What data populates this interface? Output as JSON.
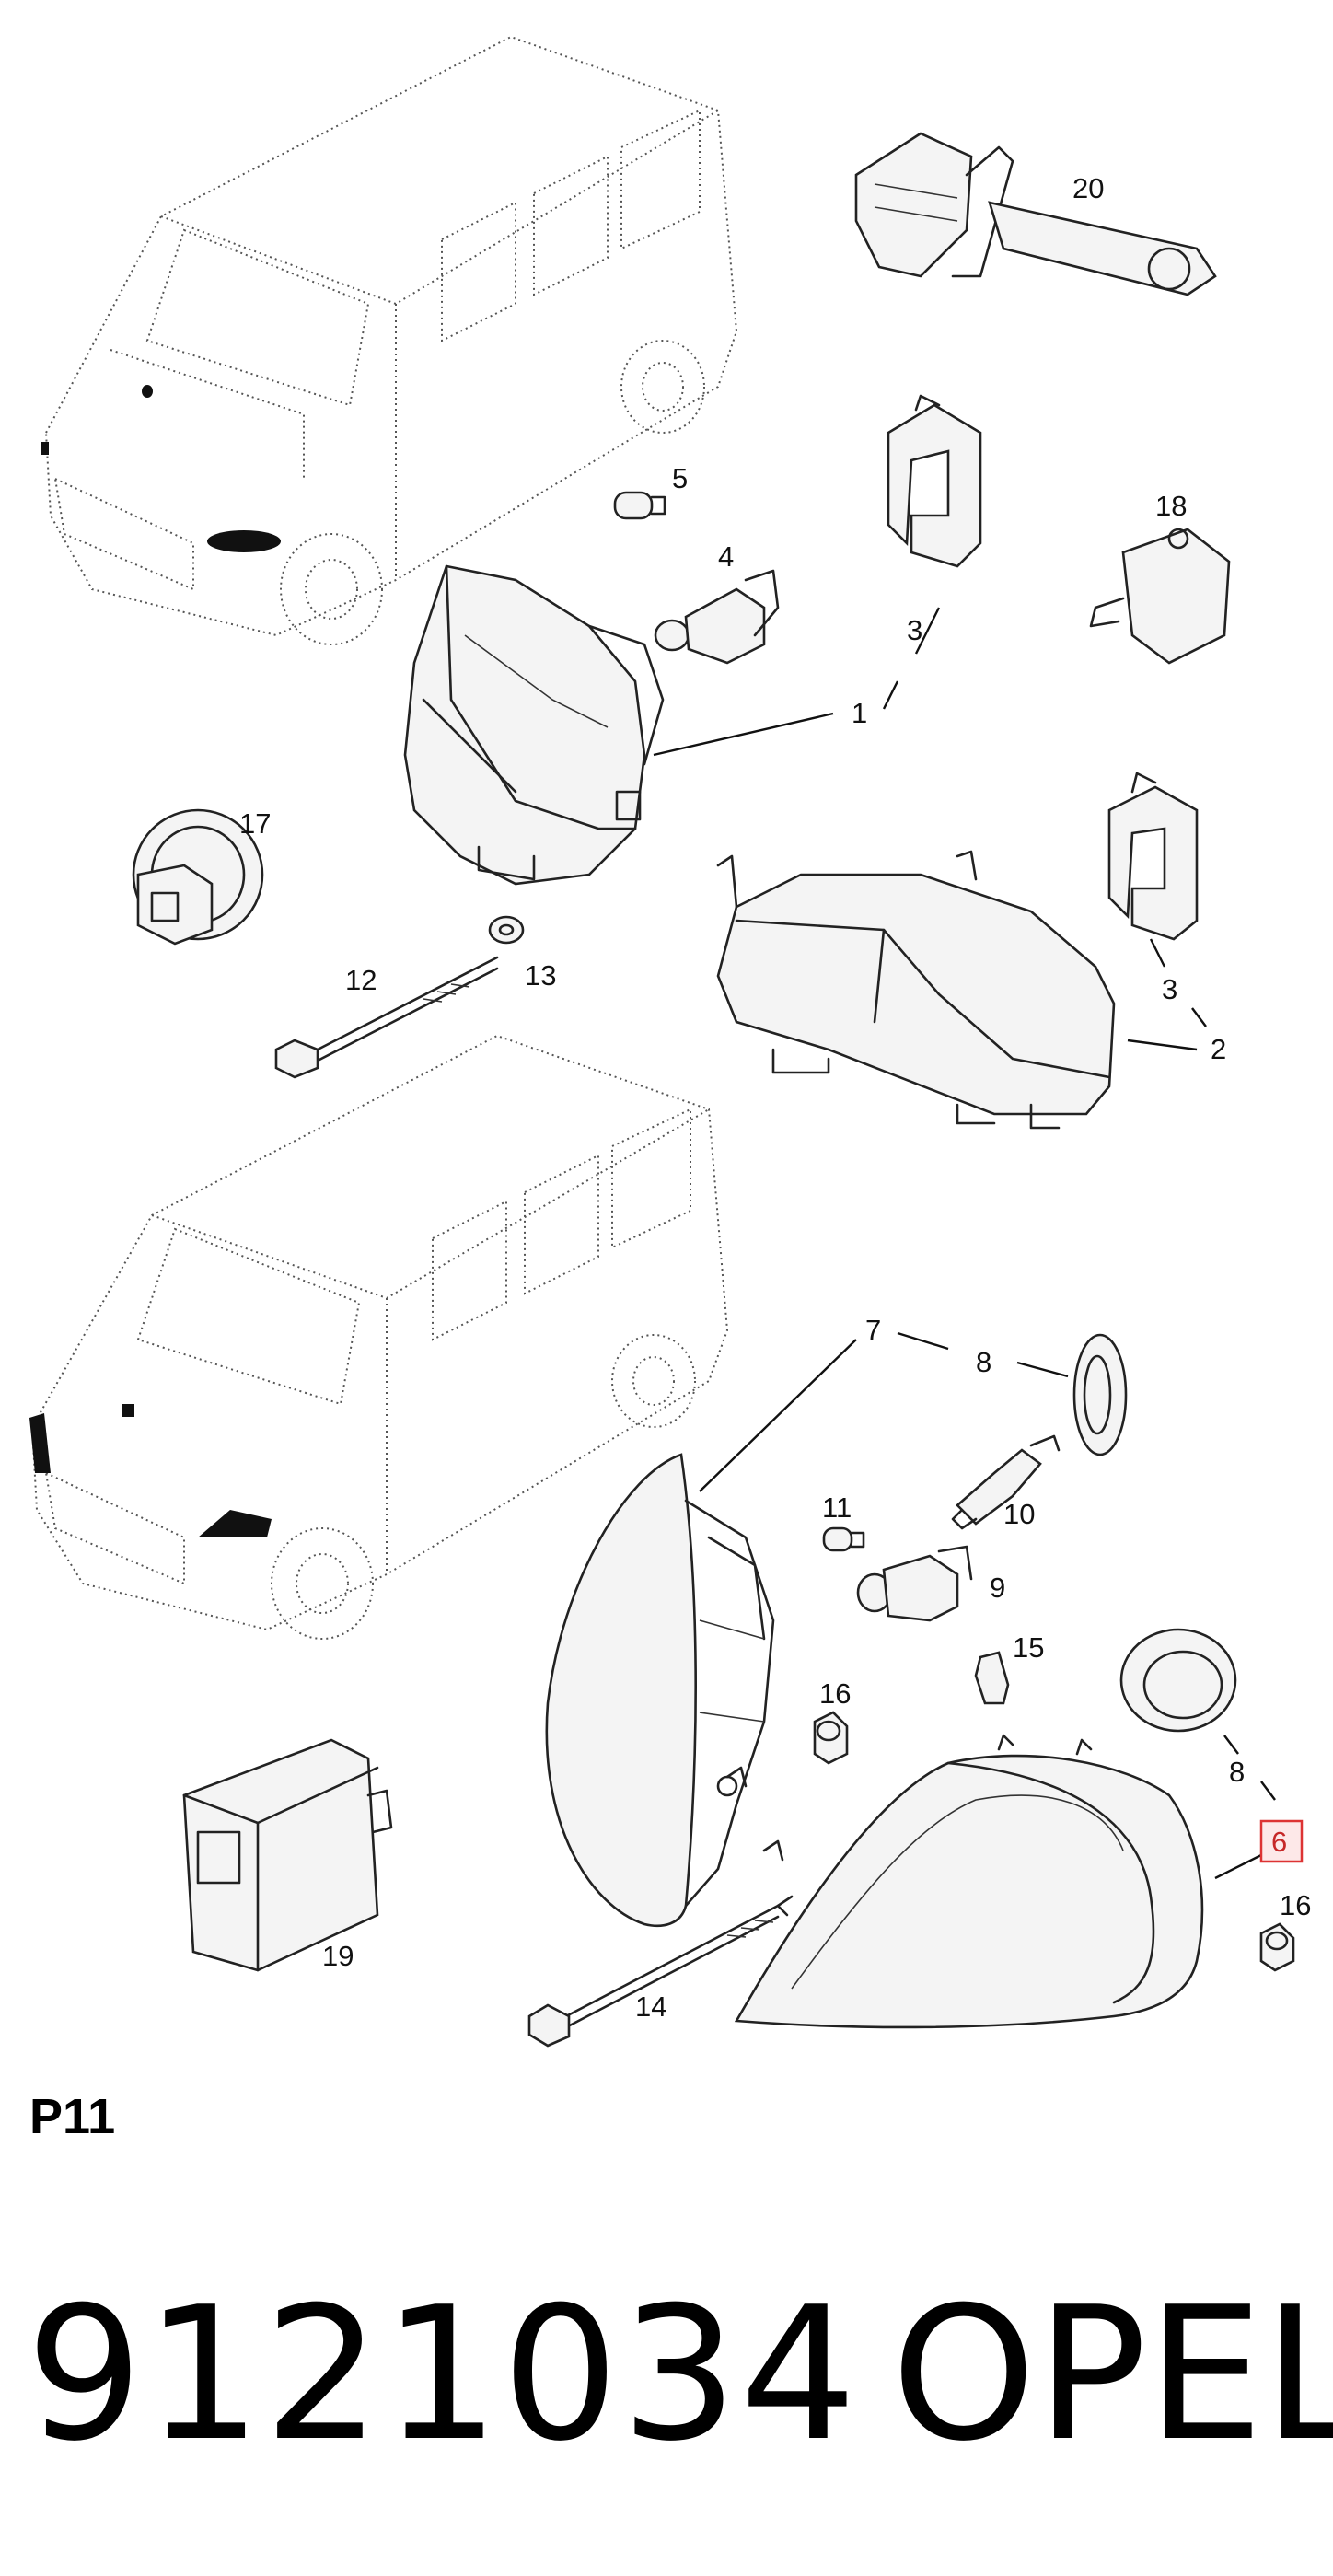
{
  "diagram": {
    "callouts": [
      "20",
      "5",
      "4",
      "3",
      "18",
      "1",
      "17",
      "3",
      "12",
      "13",
      "2",
      "7",
      "8",
      "11",
      "10",
      "9",
      "15",
      "16",
      "8",
      "6",
      "16",
      "19",
      "14"
    ],
    "highlighted_callout": "6",
    "highlight_color": "#d33333"
  },
  "page_label": "P11",
  "part_number": "9121034",
  "brand": "OPEL"
}
